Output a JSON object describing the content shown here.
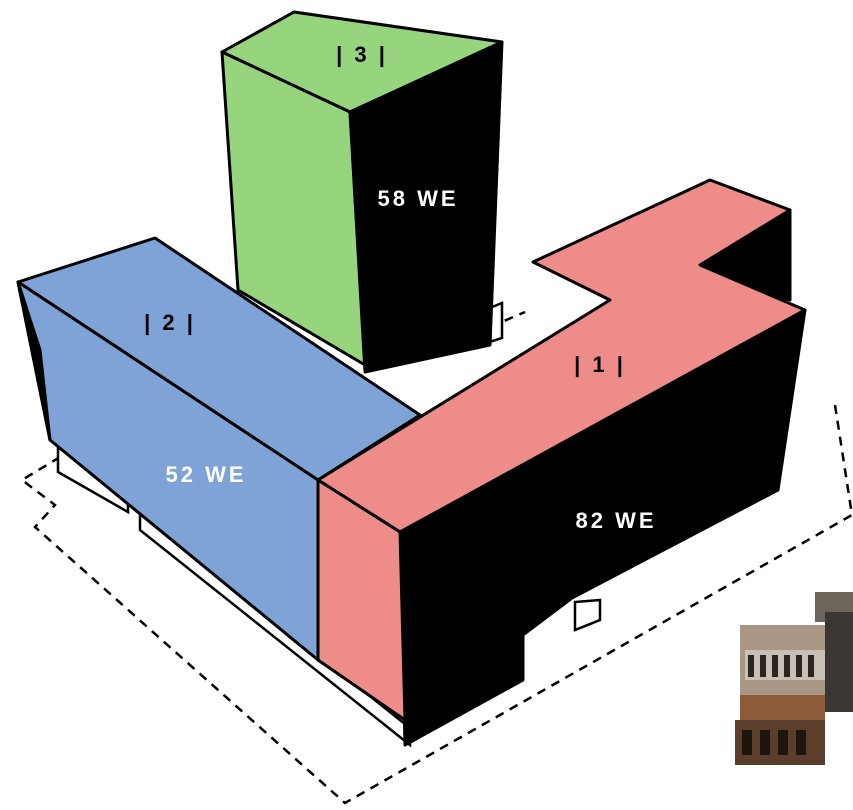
{
  "buildings": [
    {
      "id": "1",
      "tag": "| 1 |",
      "units": "82 WE",
      "color": "#ee8c8a"
    },
    {
      "id": "2",
      "tag": "| 2 |",
      "units": "52 WE",
      "color": "#7fa3d7"
    },
    {
      "id": "3",
      "tag": "| 3 |",
      "units": "58 WE",
      "color": "#96d47e"
    }
  ],
  "colors": {
    "outline": "#000000",
    "shadow_face": "#000000",
    "plinth": "#ffffff",
    "background": "#ffffff"
  },
  "photo": {
    "icon": "building-photo-icon"
  }
}
